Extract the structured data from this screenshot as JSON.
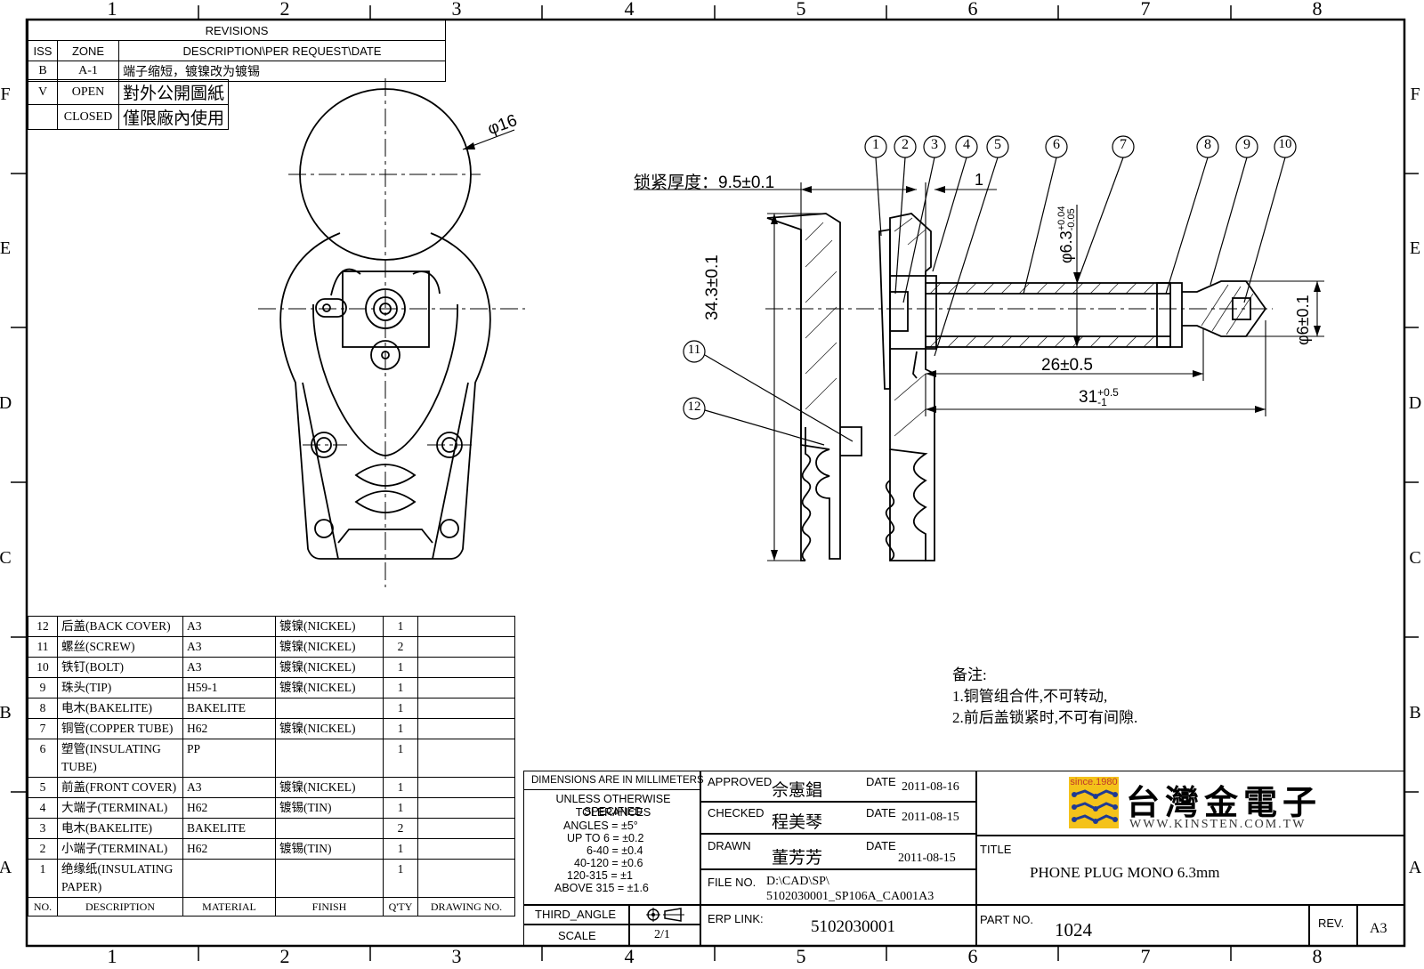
{
  "grid": {
    "columns": [
      "1",
      "2",
      "3",
      "4",
      "5",
      "6",
      "7",
      "8"
    ],
    "rows": [
      "F",
      "E",
      "D",
      "C",
      "B",
      "A"
    ]
  },
  "revisions": {
    "title": "REVISIONS",
    "headers": [
      "ISS",
      "ZONE",
      "DESCRIPTION\\PER REQUEST\\DATE"
    ],
    "rows": [
      {
        "iss": "B",
        "zone": "A-1",
        "desc": "端子缩短，镀镍改为镀锡"
      }
    ],
    "status": [
      {
        "iss": "V",
        "zone": "OPEN",
        "desc": "對外公開圖紙"
      },
      {
        "iss": "",
        "zone": "CLOSED",
        "desc": "僅限廠內使用"
      }
    ]
  },
  "drawing": {
    "dia_label": "φ16",
    "lock_label": "锁紧厚度：9.5±0.1",
    "dim_1": "1",
    "dim_height": "34.3±0.1",
    "dim_tube": "φ6.3",
    "dim_tube_tol_up": "+0.04",
    "dim_tube_tol_dn": "-0.05",
    "dim_tip": "φ6±0.1",
    "dim_26": "26±0.5",
    "dim_31": "31",
    "dim_31_tol_up": "+0.5",
    "dim_31_tol_dn": "-1",
    "balloons": [
      "1",
      "2",
      "3",
      "4",
      "5",
      "6",
      "7",
      "8",
      "9",
      "10",
      "11",
      "12"
    ]
  },
  "notes": {
    "heading": "备注:",
    "items": [
      "1.铜管组合件,不可转动,",
      "2.前后盖锁紧时,不可有间隙."
    ]
  },
  "bom": {
    "headers": [
      "NO.",
      "DESCRIPTION",
      "MATERIAL",
      "FINISH",
      "Q'TY",
      "DRAWING NO."
    ],
    "rows": [
      {
        "no": "12",
        "desc": "后盖(BACK COVER)",
        "mat": "A3",
        "fin": "镀镍(NICKEL)",
        "qty": "1"
      },
      {
        "no": "11",
        "desc": "螺丝(SCREW)",
        "mat": "A3",
        "fin": "镀镍(NICKEL)",
        "qty": "2"
      },
      {
        "no": "10",
        "desc": "铁钉(BOLT)",
        "mat": "A3",
        "fin": "镀镍(NICKEL)",
        "qty": "1"
      },
      {
        "no": "9",
        "desc": "珠头(TIP)",
        "mat": "H59-1",
        "fin": "镀镍(NICKEL)",
        "qty": "1"
      },
      {
        "no": "8",
        "desc": "电木(BAKELITE)",
        "mat": "BAKELITE",
        "fin": "",
        "qty": "1"
      },
      {
        "no": "7",
        "desc": "铜管(COPPER TUBE)",
        "mat": "H62",
        "fin": "镀镍(NICKEL)",
        "qty": "1"
      },
      {
        "no": "6",
        "desc": "塑管(INSULATING TUBE)",
        "mat": "PP",
        "fin": "",
        "qty": "1"
      },
      {
        "no": "5",
        "desc": "前盖(FRONT COVER)",
        "mat": "A3",
        "fin": "镀镍(NICKEL)",
        "qty": "1"
      },
      {
        "no": "4",
        "desc": "大端子(TERMINAL)",
        "mat": "H62",
        "fin": "镀锡(TIN)",
        "qty": "1"
      },
      {
        "no": "3",
        "desc": "电木(BAKELITE)",
        "mat": "BAKELITE",
        "fin": "",
        "qty": "2"
      },
      {
        "no": "2",
        "desc": "小端子(TERMINAL)",
        "mat": "H62",
        "fin": "镀锡(TIN)",
        "qty": "1"
      },
      {
        "no": "1",
        "desc": "绝缘纸(INSULATING PAPER)",
        "mat": "",
        "fin": "",
        "qty": "1"
      }
    ]
  },
  "title_block": {
    "dims_note": "DIMENSIONS ARE IN MILLIMETERS",
    "tol_head": "UNLESS OTHERWISE SPECIFIED",
    "tol_title": "TOLERANCES",
    "tolerances": [
      "ANGLES = ±5°",
      "UP TO 6 = ±0.2",
      "6-40 = ±0.4",
      "40-120 = ±0.6",
      "120-315 = ±1",
      "ABOVE 315 = ±1.6"
    ],
    "projection_label": "THIRD_ANGLE",
    "scale_label": "SCALE",
    "scale_value": "2/1",
    "approved_label": "APPROVED",
    "approved_name": "佘憲錩",
    "approved_date_label": "DATE",
    "approved_date": "2011-08-16",
    "checked_label": "CHECKED",
    "checked_name": "程美琴",
    "checked_date_label": "DATE",
    "checked_date": "2011-08-15",
    "drawn_label": "DRAWN",
    "drawn_name": "董芳芳",
    "drawn_date_label": "DATE",
    "drawn_date": "2011-08-15",
    "file_label": "FILE NO.",
    "file_line1": "D:\\CAD\\SP\\",
    "file_line2": "5102030001_SP106A_CA001A3",
    "erp_label": "ERP LINK:",
    "erp_value": "5102030001",
    "company_since": "since.1980",
    "company_name": "台灣金電子",
    "company_url": "WWW.KINSTEN.COM.TW",
    "title_label": "TITLE",
    "title_value": "PHONE PLUG MONO 6.3mm",
    "part_label": "PART NO.",
    "part_value": "1024",
    "rev_label": "REV.",
    "rev_value": "A3"
  }
}
